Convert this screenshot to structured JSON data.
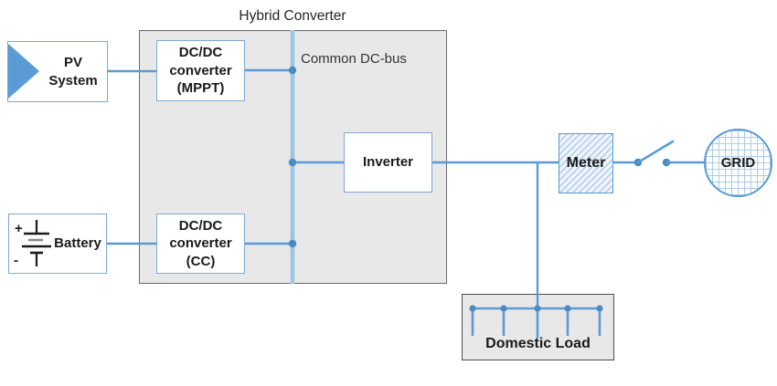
{
  "diagram": {
    "title": "Hybrid Converter",
    "dc_bus_label": "Common DC-bus",
    "nodes": {
      "pv_system": "PV\nSystem",
      "dcdc_mppt": "DC/DC\nconverter\n(MPPT)",
      "battery": "Battery",
      "dcdc_cc": "DC/DC\nconverter\n(CC)",
      "inverter": "Inverter",
      "meter": "Meter",
      "grid": "GRID",
      "domestic_load": "Domestic Load"
    },
    "battery_terminals": {
      "positive": "+",
      "negative": "-"
    },
    "edges": [
      {
        "from": "PV System",
        "to": "DC/DC converter (MPPT)"
      },
      {
        "from": "DC/DC converter (MPPT)",
        "to": "Common DC-bus"
      },
      {
        "from": "Battery",
        "to": "DC/DC converter (CC)"
      },
      {
        "from": "DC/DC converter (CC)",
        "to": "Common DC-bus"
      },
      {
        "from": "Common DC-bus",
        "to": "Inverter"
      },
      {
        "from": "Inverter",
        "to": "Meter"
      },
      {
        "from": "Inverter",
        "to": "Domestic Load"
      },
      {
        "from": "Meter",
        "to": "GRID",
        "via": "open switch"
      }
    ],
    "colors": {
      "wire": "#5b9bd5",
      "wire_dot": "#4a8bc2",
      "dc_bus": "#9dc3e6",
      "node_border": "#7fa8d4",
      "region_fill": "#e9e8e8",
      "region_border": "#6a6a6a",
      "pv_triangle": "#5b9bd5",
      "meter_hatch": "#7aa8d6",
      "grid_pattern": "#aecbe8"
    }
  }
}
